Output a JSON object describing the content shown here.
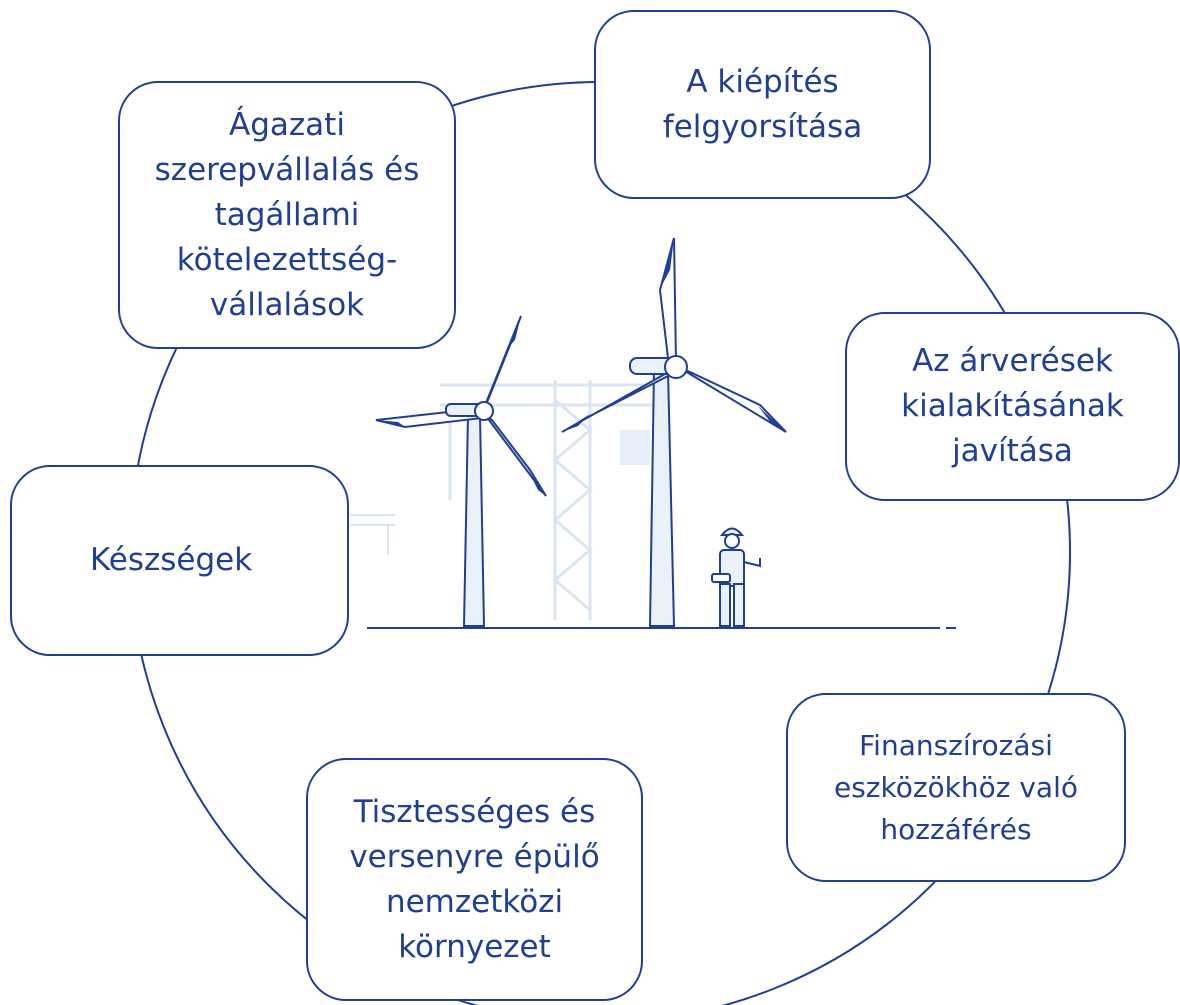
{
  "colors": {
    "primary": "#1f3f94",
    "light": "#e6eef7",
    "background": "#ffffff"
  },
  "nodes": {
    "deployment": "A kiépítés felgyorsítása",
    "auctions": "Az árverések kialakításának javítása",
    "finance": "Finanszírozási eszközökhöz való hozzáférés",
    "fair": "Tisztességes és versenyre épülő nemzetközi környezet",
    "skills": "Készségek",
    "sector": "Ágazati szerepvállalás és tagállami kötelezettség-vállalások"
  },
  "illustration": {
    "items": [
      "wind-turbine",
      "wind-turbine",
      "construction-crane",
      "worker"
    ]
  }
}
